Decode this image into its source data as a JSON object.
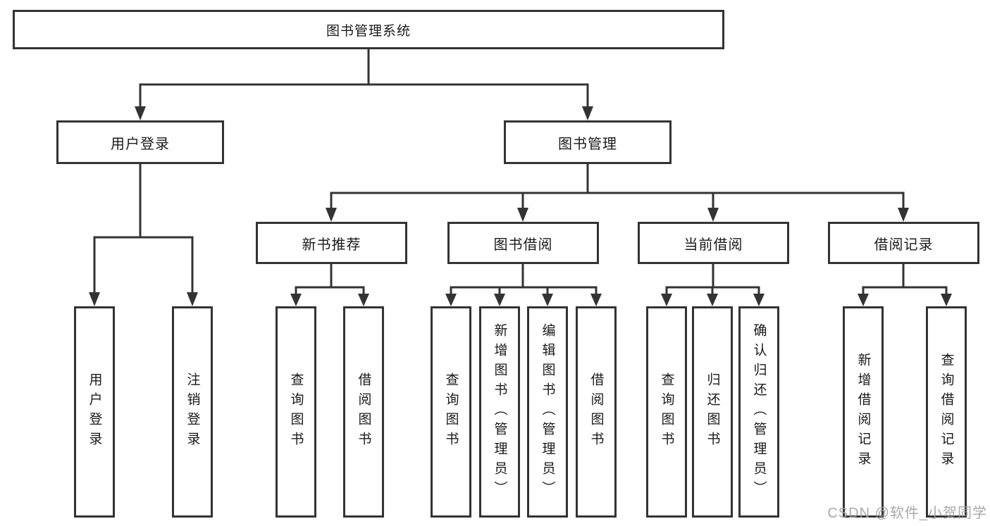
{
  "colors": {
    "line": "#333333",
    "box_border": "#333333",
    "text": "#1a1a1a",
    "watermark": "#9e9e9e",
    "background": "#ffffff"
  },
  "watermark": "CSDN @软件_小贺同学",
  "tree": {
    "root": {
      "label": "图书管理系统",
      "children": [
        {
          "label": "用户登录",
          "children": [
            {
              "label": "用户登录"
            },
            {
              "label": "注销登录"
            }
          ]
        },
        {
          "label": "图书管理",
          "children": [
            {
              "label": "新书推荐",
              "children": [
                {
                  "label": "查询图书"
                },
                {
                  "label": "借阅图书"
                }
              ]
            },
            {
              "label": "图书借阅",
              "children": [
                {
                  "label": "查询图书"
                },
                {
                  "label": "新增图书（管理员）"
                },
                {
                  "label": "编辑图书（管理员）"
                },
                {
                  "label": "借阅图书"
                }
              ]
            },
            {
              "label": "当前借阅",
              "children": [
                {
                  "label": "查询图书"
                },
                {
                  "label": "归还图书"
                },
                {
                  "label": "确认归还（管理员）"
                }
              ]
            },
            {
              "label": "借阅记录",
              "children": [
                {
                  "label": "新增借阅记录"
                },
                {
                  "label": "查询借阅记录"
                }
              ]
            }
          ]
        }
      ]
    }
  }
}
